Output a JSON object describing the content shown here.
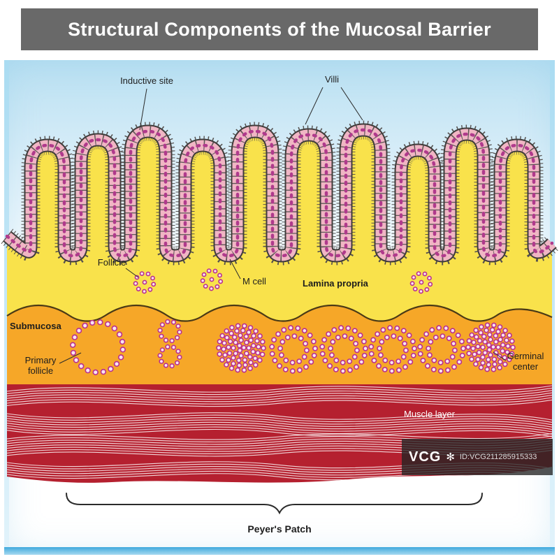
{
  "header": {
    "title": "Structural Components of the Mucosal Barrier"
  },
  "labels": {
    "inductive_site": "Inductive site",
    "villi": "Villi",
    "follicle": "Follicle",
    "m_cell": "M cell",
    "lamina_propria": "Lamina propria",
    "submucosa": "Submucosa",
    "primary_follicle_line1": "Primary",
    "primary_follicle_line2": "follicle",
    "germinal_center_line1": "Germinal",
    "germinal_center_line2": "center",
    "muscle_layer": "Muscle layer",
    "peyers_patch": "Peyer's Patch"
  },
  "watermark": {
    "logo": "VCG",
    "flower": "✻",
    "id": "ID:VCG211285915333"
  },
  "colors": {
    "header_gray": "#696969",
    "lamina_yellow": "#f9e24b",
    "epithelium_pink": "#f0b6c4",
    "follicle_magenta": "#b92f8e",
    "submucosa_orange": "#f6a728",
    "muscle_red": "#b5202f",
    "background_blue": "#b9e0f2"
  }
}
